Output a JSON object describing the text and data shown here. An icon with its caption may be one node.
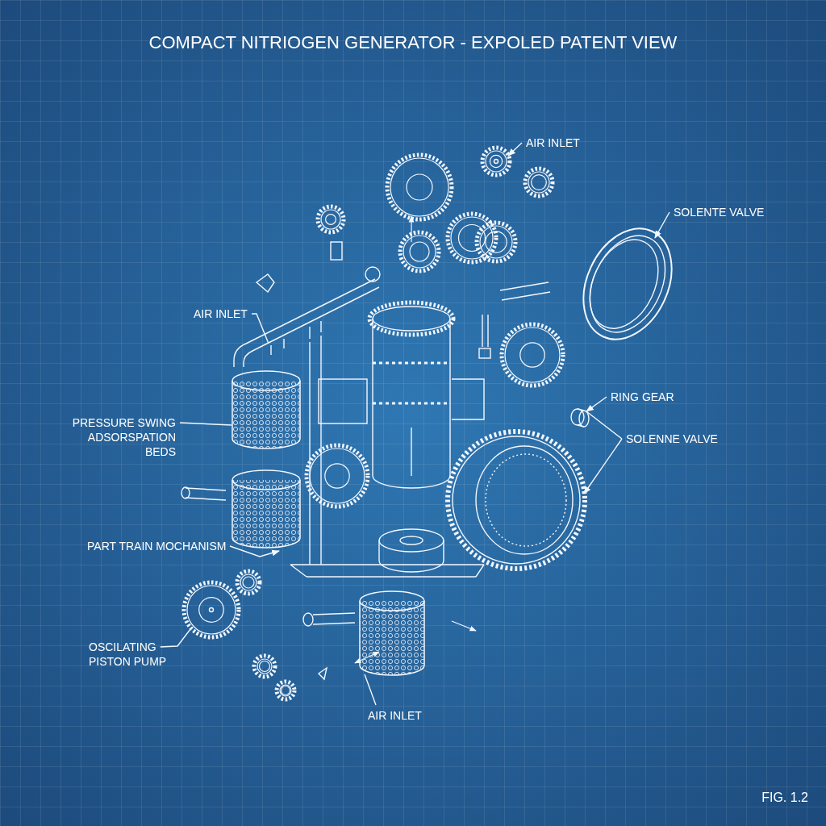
{
  "diagram": {
    "title": "COMPACT NITRIOGEN GENERATOR - EXPOLED PATENT VIEW",
    "nodes": [
      {
        "text": [
          "AIR INLET"
        ]
      },
      {
        "text": [
          "SOLENTE VALVE"
        ]
      },
      {
        "text": [
          "AIR INLET"
        ]
      },
      {
        "text": [
          "PRESSURE SWING ADSORSPATION BEDS"
        ]
      },
      {
        "text": [
          "RING GEAR"
        ]
      },
      {
        "text": [
          "SOLENNE VALVE"
        ]
      },
      {
        "text": [
          "PART TRAIN MOCHANISM"
        ]
      },
      {
        "text": [
          "OSCILATING PISTON PUMP"
        ]
      },
      {
        "text": [
          "AIR INLET"
        ]
      },
      {
        "text": [],
        "shape": "picture"
      },
      {
        "text": [],
        "shape": "picture"
      },
      {
        "text": [],
        "shape": "picture"
      },
      {
        "text": [],
        "shape": "cylinder"
      },
      {
        "text": [],
        "shape": "picture"
      },
      {
        "text": [],
        "shape": "picture"
      },
      {
        "text": [],
        "shape": "cylinder"
      },
      {
        "text": [],
        "shape": "picture"
      },
      {
        "text": [],
        "shape": "cylinder"
      }
    ],
    "edges": [
      {
        "from": 0,
        "to": 9,
        "arrow": "to"
      },
      {
        "from": 1,
        "to": 10,
        "arrow": "to"
      },
      {
        "from": 2,
        "to": 11,
        "arrow": "none"
      },
      {
        "from": 3,
        "to": 12,
        "arrow": "none"
      },
      {
        "from": 4,
        "to": 13,
        "arrow": "to"
      },
      {
        "from": 5,
        "to": 13,
        "arrow": "none"
      },
      {
        "from": 5,
        "to": 14,
        "arrow": "to"
      },
      {
        "from": 6,
        "to": 15,
        "arrow": "to"
      },
      {
        "from": 7,
        "to": 16,
        "arrow": "none"
      },
      {
        "from": 8,
        "to": 17,
        "arrow": "none"
      }
    ],
    "labels": [
      "FIG. 1.2"
    ]
  }
}
